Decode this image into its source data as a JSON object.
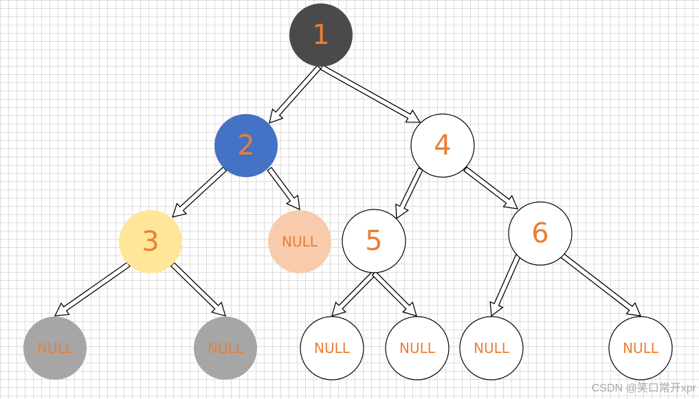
{
  "colors": {
    "label": "#ED7D31",
    "stroke": "#000000",
    "dark": "#4a4a4a",
    "blue": "#4472C4",
    "yellow": "#FFE699",
    "peach": "#F8CBAD",
    "gray": "#A6A6A6",
    "white": "#ffffff"
  },
  "tree": {
    "nodes": [
      {
        "id": "n1",
        "label": "1",
        "fill": "dark",
        "kind": "value"
      },
      {
        "id": "n2",
        "label": "2",
        "fill": "blue",
        "kind": "value"
      },
      {
        "id": "n4",
        "label": "4",
        "fill": "white",
        "kind": "value"
      },
      {
        "id": "n3",
        "label": "3",
        "fill": "yellow",
        "kind": "value"
      },
      {
        "id": "n2r",
        "label": "NULL",
        "fill": "peach",
        "kind": "null"
      },
      {
        "id": "n5",
        "label": "5",
        "fill": "white",
        "kind": "value"
      },
      {
        "id": "n6",
        "label": "6",
        "fill": "white",
        "kind": "value"
      },
      {
        "id": "n3l",
        "label": "NULL",
        "fill": "gray",
        "kind": "null"
      },
      {
        "id": "n3r",
        "label": "NULL",
        "fill": "gray",
        "kind": "null"
      },
      {
        "id": "n5l",
        "label": "NULL",
        "fill": "white",
        "kind": "null"
      },
      {
        "id": "n5r",
        "label": "NULL",
        "fill": "white",
        "kind": "null"
      },
      {
        "id": "n6l",
        "label": "NULL",
        "fill": "white",
        "kind": "null"
      },
      {
        "id": "n6r",
        "label": "NULL",
        "fill": "white",
        "kind": "null"
      }
    ],
    "edges": [
      {
        "from": "n1",
        "to": "n2"
      },
      {
        "from": "n1",
        "to": "n4"
      },
      {
        "from": "n2",
        "to": "n3"
      },
      {
        "from": "n2",
        "to": "n2r"
      },
      {
        "from": "n4",
        "to": "n5"
      },
      {
        "from": "n4",
        "to": "n6"
      },
      {
        "from": "n3",
        "to": "n3l"
      },
      {
        "from": "n3",
        "to": "n3r"
      },
      {
        "from": "n5",
        "to": "n5l"
      },
      {
        "from": "n5",
        "to": "n5r"
      },
      {
        "from": "n6",
        "to": "n6l"
      },
      {
        "from": "n6",
        "to": "n6r"
      }
    ]
  },
  "watermark": "CSDN @笑口常开xpr"
}
